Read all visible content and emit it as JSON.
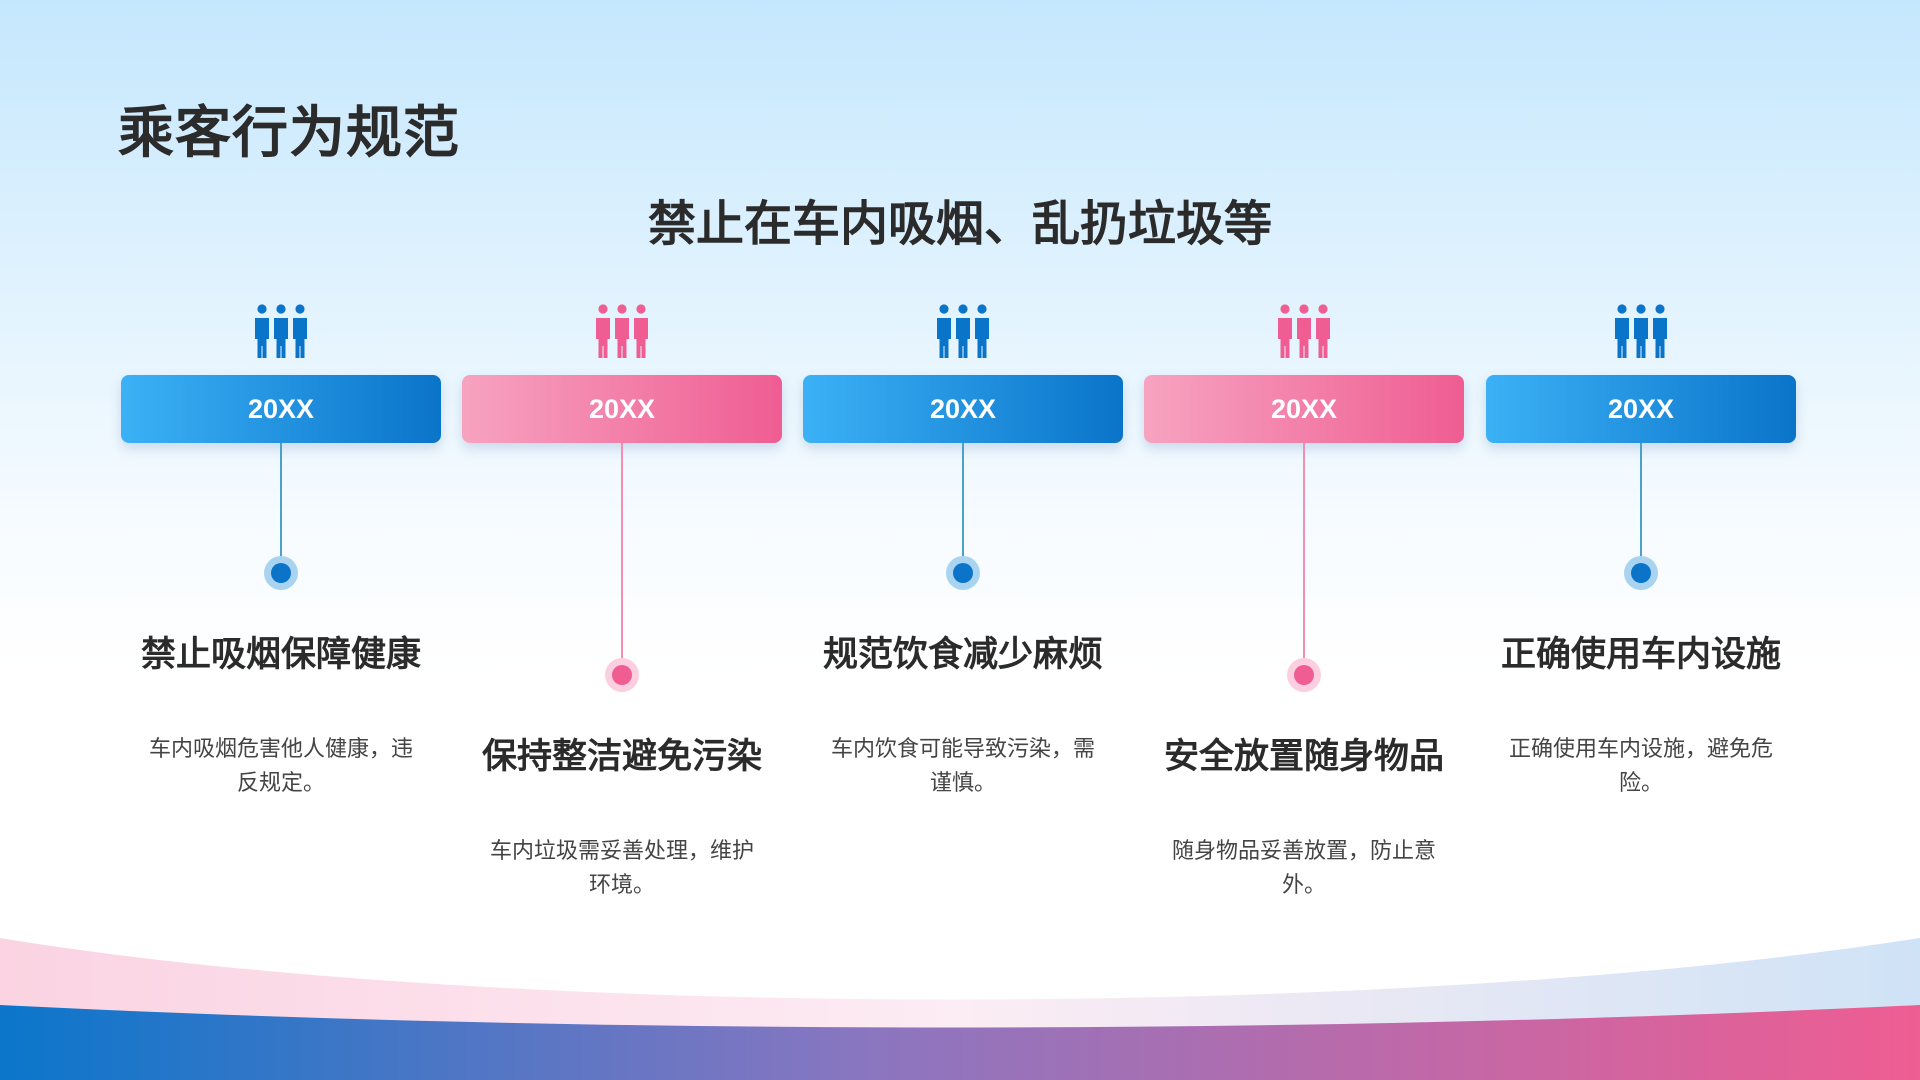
{
  "title": "乘客行为规范",
  "subtitle": "禁止在车内吸烟、乱扔垃圾等",
  "colors": {
    "blue": "#0a74c9",
    "blue_light": "#3cb1f6",
    "pink": "#ef5d92",
    "pink_light": "#f7a3c0",
    "text_dark": "#2b2b2b"
  },
  "items": [
    {
      "icon": "people-group-icon",
      "year": "20XX",
      "heading": "禁止吸烟保障健康",
      "desc": "车内吸烟危害他人健康，违反规定。",
      "color": "blue"
    },
    {
      "icon": "people-group-icon",
      "year": "20XX",
      "heading": "保持整洁避免污染",
      "desc": "车内垃圾需妥善处理，维护环境。",
      "color": "pink"
    },
    {
      "icon": "people-group-icon",
      "year": "20XX",
      "heading": "规范饮食减少麻烦",
      "desc": "车内饮食可能导致污染，需谨慎。",
      "color": "blue"
    },
    {
      "icon": "people-group-icon",
      "year": "20XX",
      "heading": "安全放置随身物品",
      "desc": "随身物品妥善放置，防止意外。",
      "color": "pink"
    },
    {
      "icon": "people-group-icon",
      "year": "20XX",
      "heading": "正确使用车内设施",
      "desc": "正确使用车内设施，避免危险。",
      "color": "blue"
    }
  ]
}
